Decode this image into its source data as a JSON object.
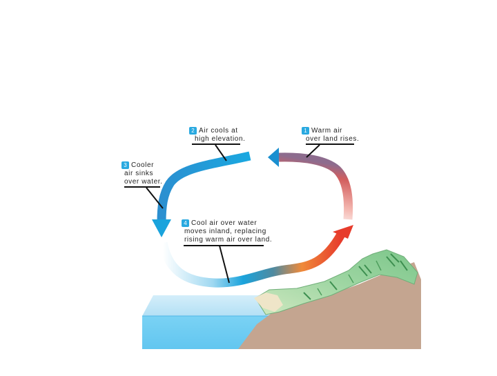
{
  "steps": [
    {
      "number": "1",
      "lines": [
        "Warm air",
        "over land rises."
      ]
    },
    {
      "number": "2",
      "lines": [
        "Air cools at",
        "high elevation."
      ]
    },
    {
      "number": "3",
      "lines": [
        "Cooler",
        "air sinks",
        "over water."
      ]
    },
    {
      "number": "4",
      "lines": [
        "Cool air over water",
        "moves inland, replacing",
        "rising warm air over land."
      ]
    }
  ],
  "colors": {
    "badge": "#29a9e0",
    "cool_arrow": "#1aa3dc",
    "warm_arrow": "#e94a2c",
    "water_surface": "#bfe6f7",
    "water_front": "#6fcdf3",
    "soil": "#c2a48f",
    "vegetation": "#8fcf98",
    "vegetation_dark": "#3d9a52",
    "leader_line": "#111111"
  }
}
